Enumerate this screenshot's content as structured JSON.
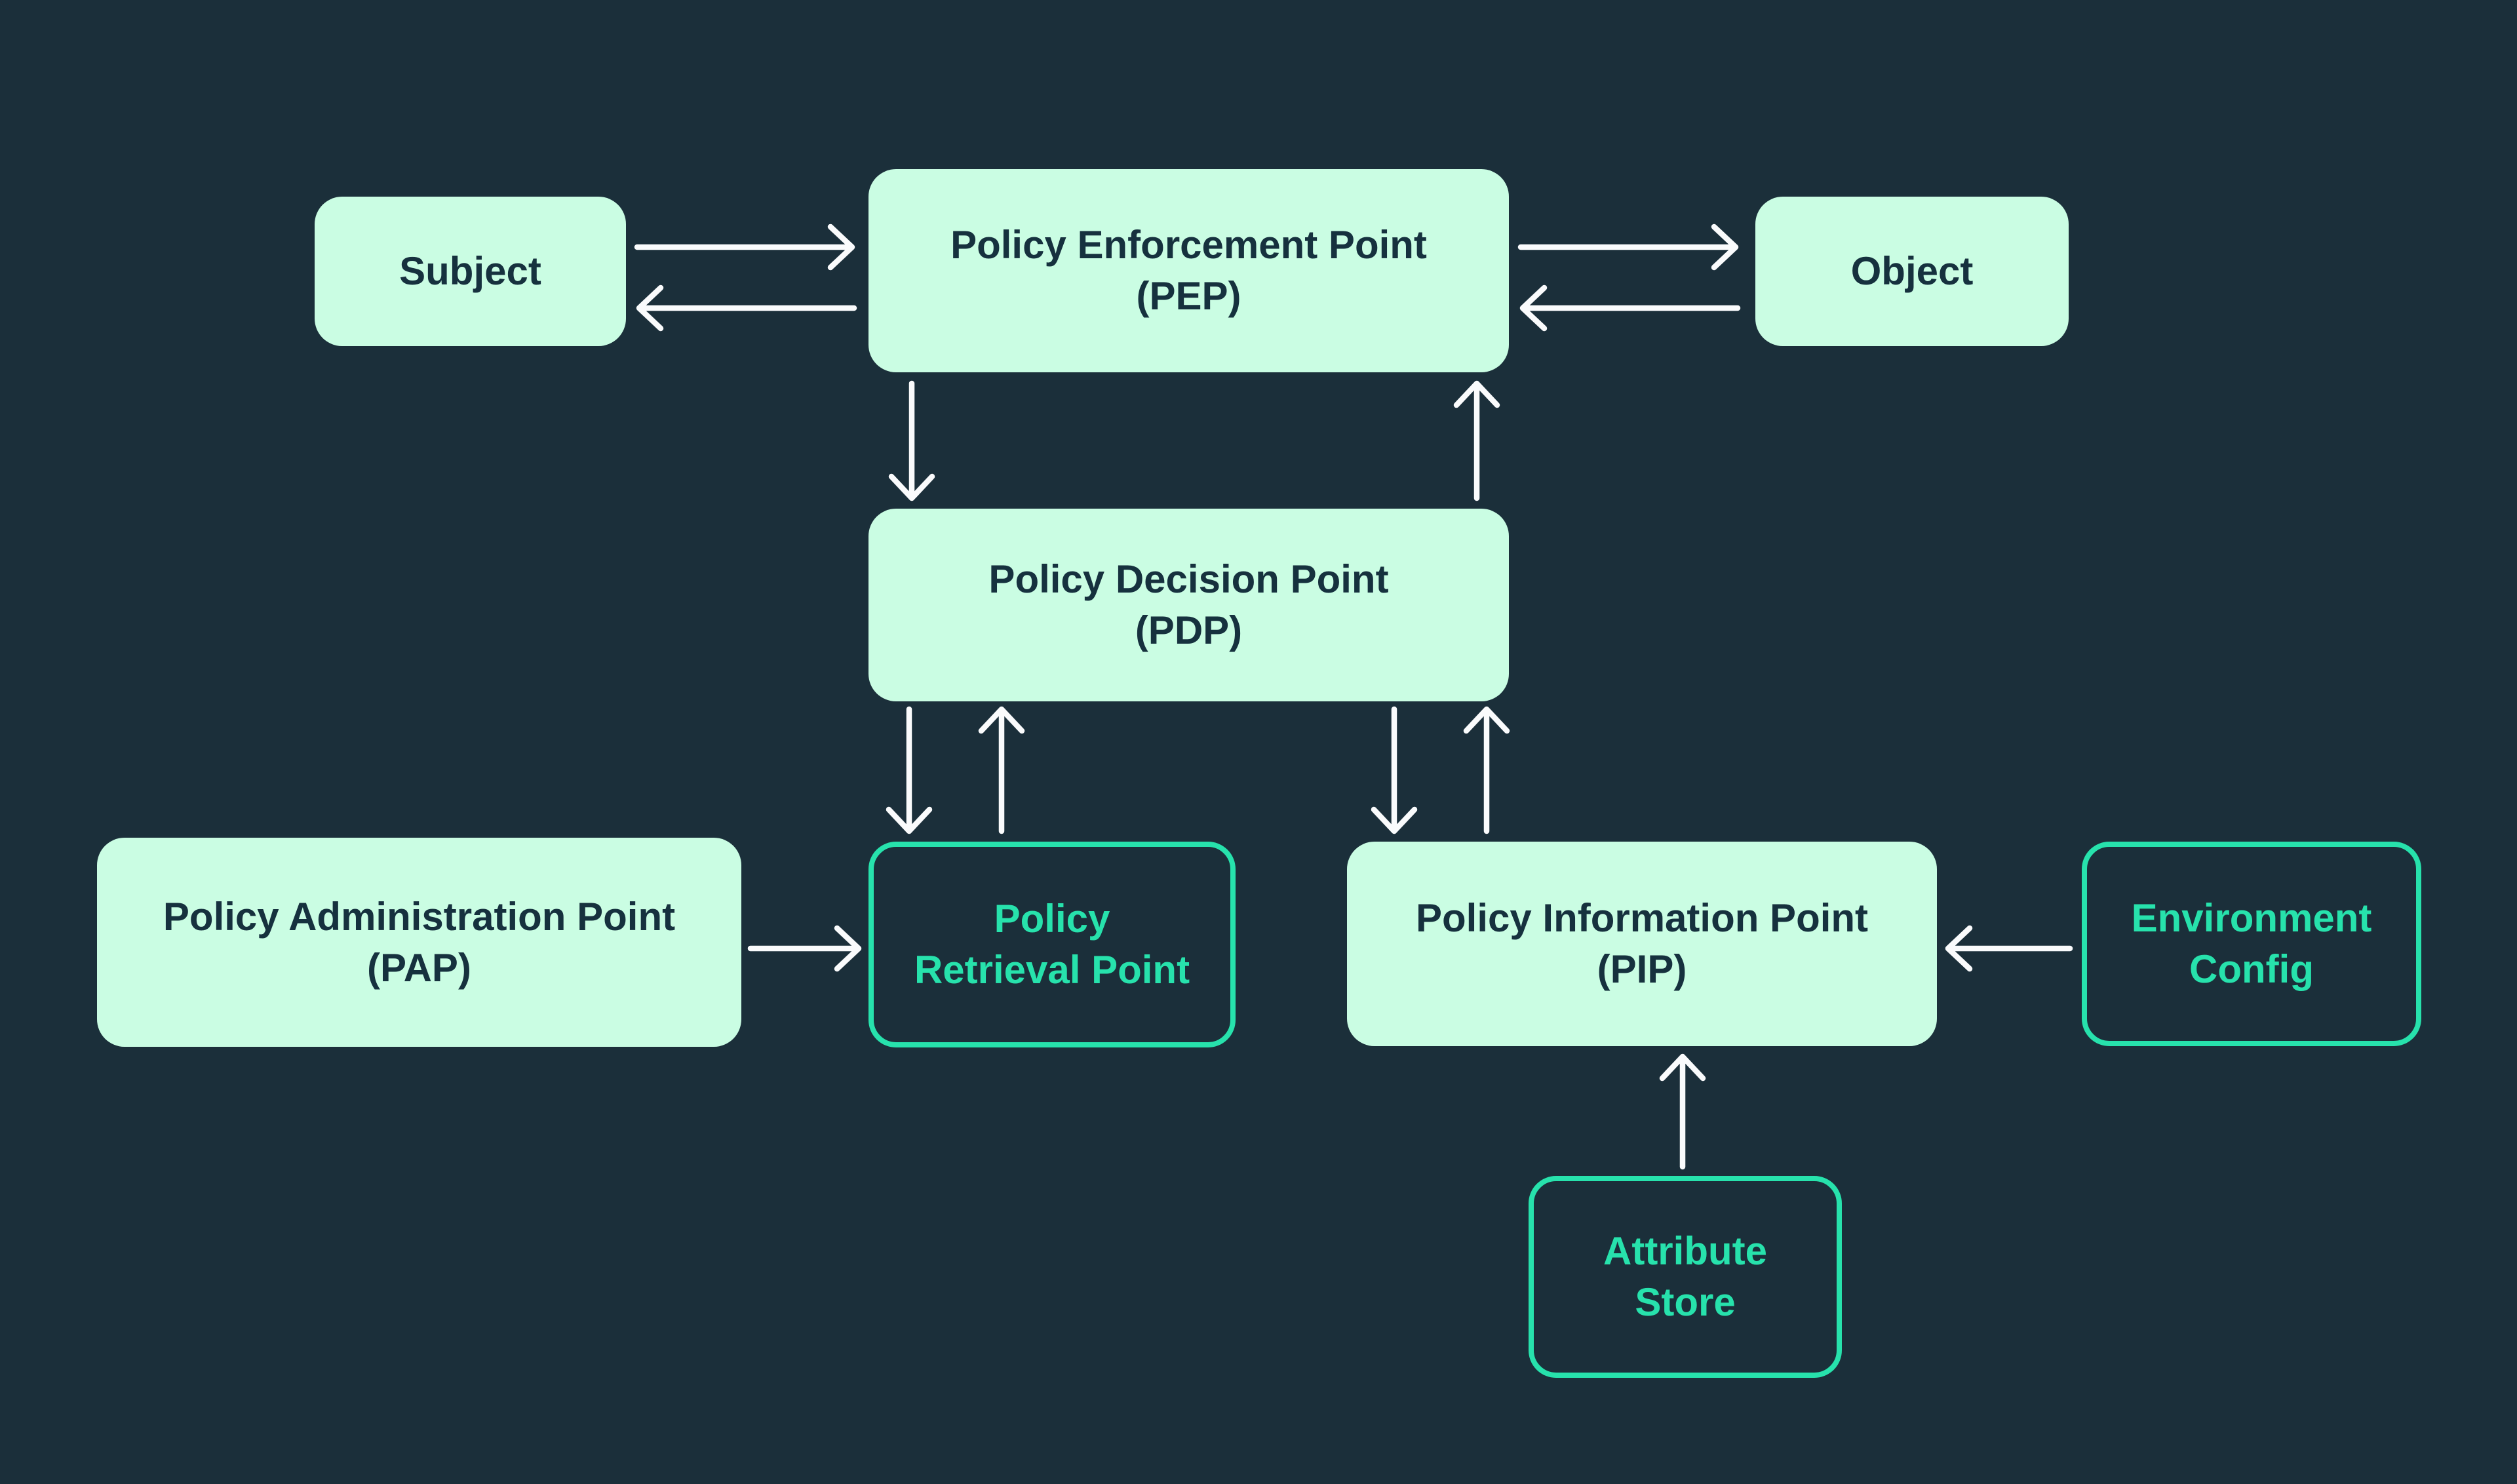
{
  "diagram": {
    "nodes": {
      "subject": {
        "label": "Subject",
        "style": "fill"
      },
      "pep": {
        "label": "Policy Enforcement Point\n(PEP)",
        "style": "fill"
      },
      "object": {
        "label": "Object",
        "style": "fill"
      },
      "pdp": {
        "label": "Policy Decision Point\n(PDP)",
        "style": "fill"
      },
      "pap": {
        "label": "Policy Administration Point\n(PAP)",
        "style": "fill"
      },
      "policy_retrieval_point": {
        "label": "Policy\nRetrieval Point",
        "style": "outline"
      },
      "pip": {
        "label": "Policy Information Point\n(PIP)",
        "style": "fill"
      },
      "environment_config": {
        "label": "Environment\nConfig",
        "style": "outline"
      },
      "attribute_store": {
        "label": "Attribute\nStore",
        "style": "outline"
      }
    },
    "edges": [
      {
        "from": "subject",
        "to": "pep"
      },
      {
        "from": "pep",
        "to": "subject"
      },
      {
        "from": "pep",
        "to": "object"
      },
      {
        "from": "object",
        "to": "pep"
      },
      {
        "from": "pep",
        "to": "pdp"
      },
      {
        "from": "pdp",
        "to": "pep"
      },
      {
        "from": "pdp",
        "to": "policy_retrieval_point"
      },
      {
        "from": "policy_retrieval_point",
        "to": "pdp"
      },
      {
        "from": "pdp",
        "to": "pip"
      },
      {
        "from": "pip",
        "to": "pdp"
      },
      {
        "from": "pap",
        "to": "policy_retrieval_point"
      },
      {
        "from": "environment_config",
        "to": "pip"
      },
      {
        "from": "attribute_store",
        "to": "pip"
      }
    ],
    "colors": {
      "background": "#1B2F3A",
      "node_fill": "#CAFDE3",
      "accent_teal": "#27E2AC",
      "arrow": "#FAFBFC",
      "dark_text": "#16313E"
    }
  }
}
